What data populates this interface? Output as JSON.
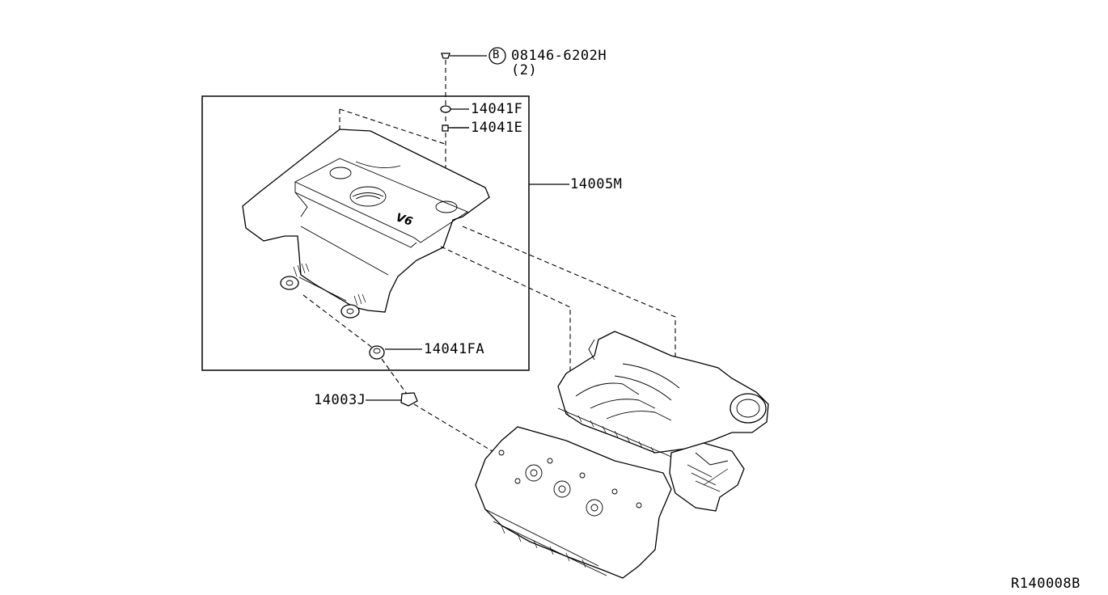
{
  "callouts": {
    "bolt_marker": "B",
    "bolt_part": "08146-6202H",
    "bolt_qty": "(2)",
    "grommet_upper": "14041F",
    "collar": "14041E",
    "engine_cover": "14005M",
    "grommet_lower": "14041FA",
    "bracket": "14003J"
  },
  "diagram_code": "R140008B",
  "cover_badge": "V6"
}
